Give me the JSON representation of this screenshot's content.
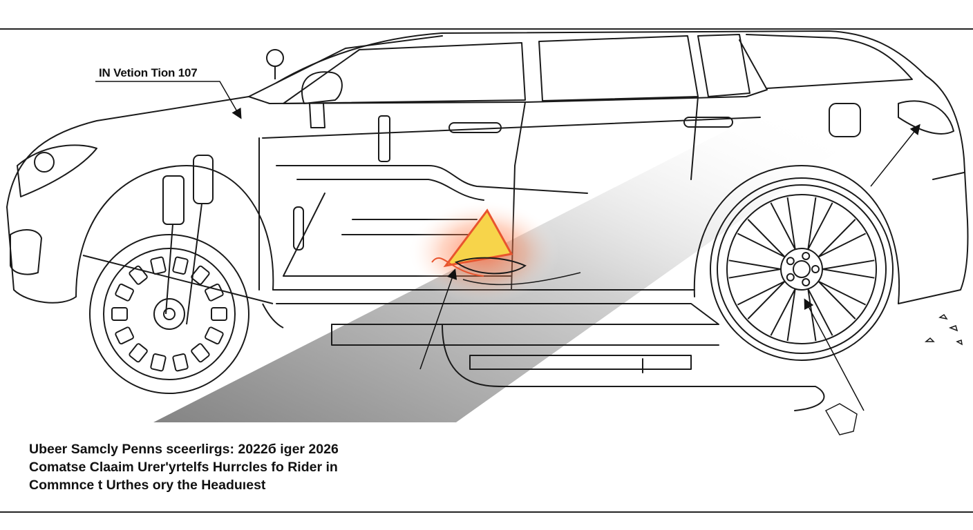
{
  "callout": {
    "label": "IN Vetion Tion 107"
  },
  "caption": {
    "lines": [
      "Ubeer Samcly Penns sceerlirgs: 2022б iger 2026",
      "Comatse Claaim Urerʹyrtelfs Hurrcles fo Rider in",
      "Commnce t Urthes ory the Headuıest"
    ]
  },
  "colors": {
    "line": "#1a1a1a",
    "damage_glow": "#e8542e",
    "damage_fill": "#f7d44a",
    "cutaway_shade": "#8a8a8a"
  },
  "icons": [
    "car-outline",
    "cutaway-shade",
    "damage-highlight",
    "leader-arrow"
  ]
}
